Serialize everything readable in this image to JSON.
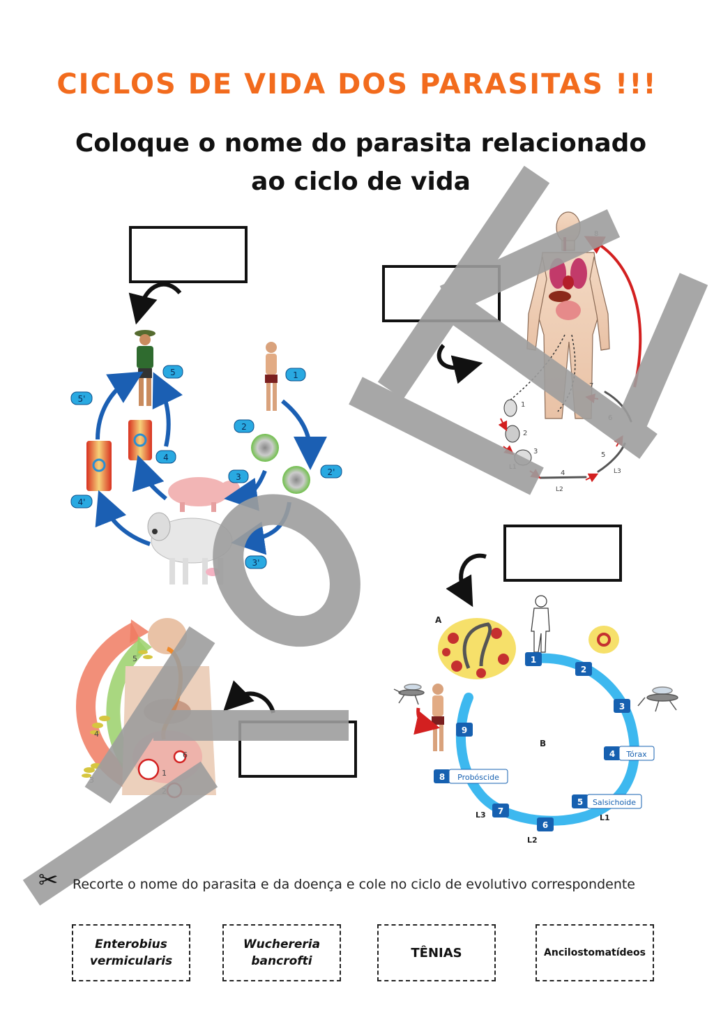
{
  "header": {
    "title": "CICLOS DE VIDA DOS PARASITAS !!!",
    "subtitle_line1": "Coloque o nome do parasita relacionado",
    "subtitle_line2": "ao ciclo de vida"
  },
  "cycle_taenia": {
    "steps": [
      "1",
      "2",
      "2'",
      "3",
      "3'",
      "4",
      "4'",
      "5",
      "5'"
    ]
  },
  "cycle_strongyloides": {
    "steps": [
      "1",
      "2",
      "3",
      "4",
      "5",
      "6",
      "7",
      "8"
    ],
    "stage_labels": [
      "L1",
      "L2",
      "L3"
    ]
  },
  "cycle_enterobius": {
    "steps": [
      "1",
      "2",
      "3",
      "4",
      "5",
      "6"
    ]
  },
  "cycle_wuchereria": {
    "panel_a": "A",
    "panel_b": "B",
    "steps": [
      "1",
      "2",
      "3",
      "4",
      "5",
      "6",
      "7",
      "8",
      "9"
    ],
    "label_torax": "Tórax",
    "label_salsichoide": "Salsichoide",
    "label_proboscide": "Probóscide",
    "stage_labels": [
      "L1",
      "L2",
      "L3"
    ]
  },
  "instructions": {
    "scissors_icon": "scissors-icon",
    "text": "Recorte o nome do parasita e da doença e cole no ciclo de evolutivo correspondente"
  },
  "cards": [
    {
      "line1": "Enterobius",
      "line2": "vermicularis"
    },
    {
      "line1": "Wuchereria",
      "line2": "bancrofti"
    },
    {
      "line1": "TÊNIAS"
    },
    {
      "line1": "Ancilostomatídeos"
    }
  ],
  "watermark": {
    "text": "INOVE",
    "color": "#9e9e9e"
  },
  "colors": {
    "title": "#f26b1d",
    "arrow_blue": "#1b5fb3",
    "badge_blue": "#29a9e1",
    "cycle_cyan": "#3db8ef"
  }
}
